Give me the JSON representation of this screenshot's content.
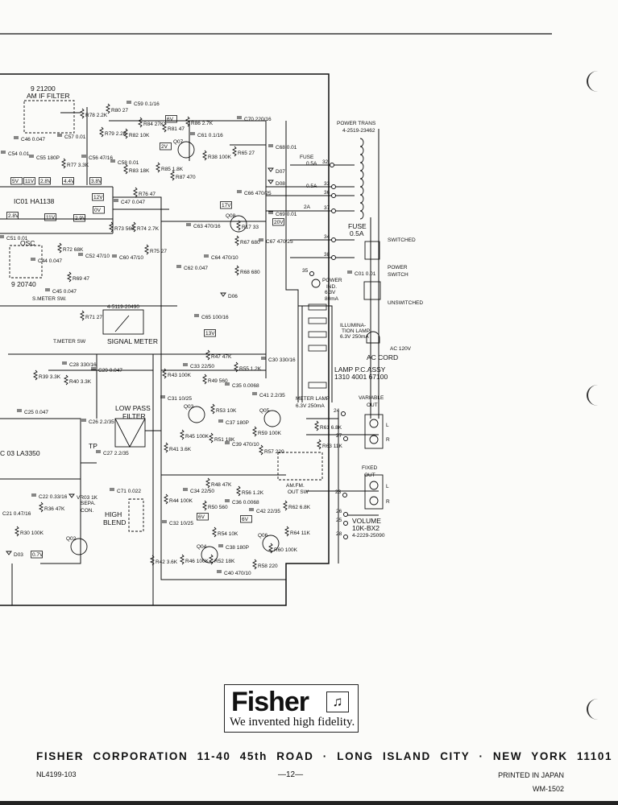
{
  "labels": {
    "am_if_filter_part": "9 21200",
    "am_if_filter": "AM IF FILTER",
    "ic01": "IC01   HA1138",
    "osc": "OSC",
    "osc_part": "9 20740",
    "s_meter_sw": "S.METER SW.",
    "signal_meter_part": "4-5119-20490",
    "signal_meter": "SIGNAL METER",
    "t_meter_sw": "T.METER SW",
    "ic03": "C 03   LA3350",
    "tp": "TP",
    "low_pass": "LOW PASS",
    "filter": "FILTER",
    "high": "HIGH",
    "blend": "BLEND",
    "sepa": "SEPA.",
    "con": "CON.",
    "power_trans": "POWER TRANS",
    "power_trans_part": "4-2519-23462",
    "fuse1": "FUSE",
    "fuse1_val": "0.5A",
    "fuse2_val": "0.5A",
    "fuse3_val": "2A",
    "fuse4": "FUSE",
    "fuse4_val": "0.5A",
    "switched": "SWITCHED",
    "power": "POWER",
    "switch": "SWITCH",
    "unswitched": "UNSWITCHED",
    "power_ind": "POWER",
    "power_ind2": "IND.",
    "power_ind_val1": "6.3V",
    "power_ind_val2": "80mA",
    "illum1": "ILLUMINA-",
    "illum2": "TION LAMP",
    "illum3": "6.3V 250mA",
    "ac_120": "AC  120V",
    "ac_cord": "AC CORD",
    "lamp_pc": "LAMP P.C.ASSY",
    "lamp_pc_part": "1310 4001 67100",
    "meter_lamp": "METER LAMP",
    "meter_lamp_val": "6.3V 250mA",
    "variable": "VARIABLE",
    "out": "OUT",
    "fixed": "FIXED",
    "out2": "OUT",
    "l1": "L",
    "r1": "R",
    "l2": "L",
    "r2": "R",
    "volume": "VOLUME",
    "volume_val": "10K-BX2",
    "volume_part": "4-2229-25090",
    "amfm": "AM.FM.",
    "out_sw": "OUT SW"
  },
  "components": {
    "R78": "R78 2.2K",
    "R79": "R79 2.2K",
    "R80": "R80 27",
    "C59": "C59 0.1/16",
    "C57": "C57 0.01",
    "C46": "C46 0.047",
    "C54": "C54 0.01",
    "C55": "C55 180P",
    "R77": "R77 3.3K",
    "C56": "C56 47/16",
    "C58": "C58 0.01",
    "R82": "R82 10K",
    "R84": "R84 27K",
    "R81": "R81 47",
    "R83": "R83 18K",
    "R85": "R85 1.8K",
    "R86": "R86 2.7K",
    "C61": "C61 0.1/16",
    "R38": "R38 100K",
    "R87": "R87 470",
    "Q07": "Q07",
    "C70": "C70 220/16",
    "R65": "R65 27",
    "R76": "R76 47",
    "C47": "C47 0.047",
    "C66": "C66 470/25",
    "R73": "R73 560",
    "R74": "R74 2.7K",
    "R75": "R75 27",
    "C60": "C60 47/10",
    "C51": "C51 0.01",
    "R72": "R72 68K",
    "C52": "C52 47/10",
    "C44": "C44 0.047",
    "C45": "C45 0.047",
    "R69": "R69 47",
    "R71": "R71 27",
    "C63": "C63 470/16",
    "Q08": "Q08",
    "R17": "R17 33",
    "R67": "R67 680",
    "R68": "R68 680",
    "C62": "C62 0.047",
    "C64": "C64 470/10",
    "C65": "C65 100/16",
    "D06": "D06",
    "C68": "C68 0.01",
    "D07": "D07",
    "D08": "D08",
    "C69": "C69 0.01",
    "C67": "C67 470/25",
    "C01": "C01 0.01",
    "R39": "R39 3.3K",
    "R40": "R40 3.3K",
    "C28": "C28 330/16",
    "C29": "C29 0.047",
    "C25": "C25 0.047",
    "C26": "C26 2.2/35",
    "C27": "C27 2.2/35",
    "C22": "C22 0.33/16",
    "R36": "R36 47K",
    "C21": "C21 0.47/16",
    "VR03": "VR03 1K",
    "R30": "R30 100K",
    "Q02": "Q02",
    "D03": "D03",
    "C71": "C71 0.022",
    "R43": "R43 100K",
    "C33": "C33 22/50",
    "R47": "R47 47K",
    "R49": "R49 560",
    "C35": "C35 0.0068",
    "R55": "R55 1.2K",
    "C30": "C30 330/16",
    "C41": "C41 2.2/35",
    "C31": "C31 10/25",
    "Q03": "Q03",
    "R53": "R53 10K",
    "C37": "C37 180P",
    "Q05": "Q05",
    "R59": "R59 100K",
    "R57": "R57 220",
    "C39": "C39 470/10",
    "R41": "R41 3.6K",
    "R45": "R45 100K",
    "R51": "R51 18K",
    "R48": "R48 47K",
    "R44": "R44 100K",
    "C34": "C34 22/50",
    "R50": "R50 560",
    "C36": "C36 0.0068",
    "R56": "R56 1.2K",
    "C42": "C42 22/35",
    "C32": "C32 10/25",
    "Q04": "Q04",
    "R54": "R54 10K",
    "C38": "C38 180P",
    "Q06": "Q06",
    "R60": "R60 100K",
    "R42": "R42 3.6K",
    "R46": "R46 100K",
    "R52": "R52 18K",
    "C40": "C40 470/10",
    "R58": "R58 220",
    "R61": "R61 6.8K",
    "R63": "R63 11K",
    "R62": "R62 6.8K",
    "R64": "R64 11K"
  },
  "voltages": {
    "v6a": "6V",
    "v2": "2V",
    "v5": "5V",
    "v11a": "11V",
    "v28a": "2.8V",
    "v44": "4.4V",
    "v38": "3.8V",
    "v12": "12V",
    "v0": "0V",
    "v28b": "2.8V",
    "v11b": "11V",
    "v29": "2.9V",
    "v17": "17V",
    "v20": "20V",
    "v13": "13V",
    "v6b": "6V",
    "v6c": "6V",
    "v07": "0.7V"
  },
  "pins": {
    "p32": "32",
    "p33": "33",
    "p36": "36",
    "p37": "37",
    "p34": "34",
    "p38": "38",
    "p35": "35",
    "p24": "24",
    "p27": "27",
    "p23": "23",
    "p26": "26",
    "p25": "25",
    "p28": "28"
  },
  "logo": {
    "word": "Fisher",
    "tagline": "We invented high fidelity."
  },
  "footer": {
    "address": "FISHER   CORPORATION  11-40 45th ROAD  · LONG ISLAND CITY · NEW YORK 11101",
    "doc_number": "NL4199-103",
    "page": "—12—",
    "printed": "PRINTED IN JAPAN",
    "model": "WM-1502"
  }
}
